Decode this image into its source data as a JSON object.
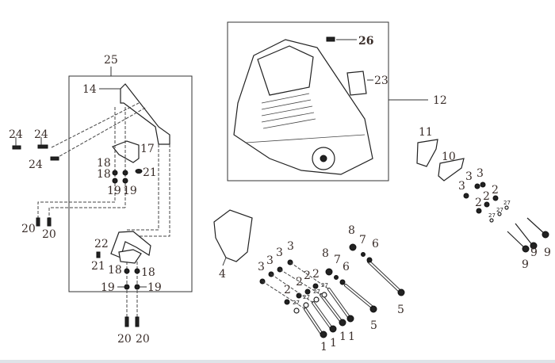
{
  "diagram": {
    "title": "Engine mounting exploded view",
    "left_group": [
      "25",
      "14",
      "24",
      "24",
      "24",
      "17",
      "18",
      "18",
      "21",
      "19",
      "19",
      "20",
      "20",
      "22",
      "21",
      "18",
      "18",
      "19",
      "19",
      "20",
      "20"
    ],
    "engine_group": [
      "26",
      "23",
      "12"
    ],
    "right_group": [
      "11",
      "10",
      "3",
      "3",
      "3",
      "2",
      "2",
      "2",
      "27",
      "27",
      "27",
      "9",
      "9",
      "9"
    ],
    "bottom_group": [
      "4",
      "3",
      "3",
      "3",
      "3",
      "2",
      "2",
      "2",
      "2",
      "27",
      "27",
      "27",
      "27",
      "1",
      "1",
      "1",
      "1",
      "8",
      "7",
      "6",
      "5",
      "8",
      "7",
      "6",
      "5"
    ]
  }
}
